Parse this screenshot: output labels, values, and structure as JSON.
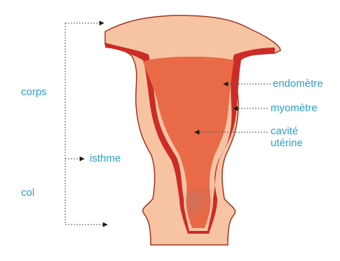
{
  "labels": {
    "corps": "corps",
    "col": "col",
    "isthme": "isthme",
    "endometre": "endomètre",
    "myometre": "myomètre",
    "cavite_line1": "cavité",
    "cavite_line2": "utérine"
  },
  "colors": {
    "label": "#2a9fd0",
    "myometrium_outer": "#f6c4a3",
    "myometrium_edge": "#a2331f",
    "endometrium": "#cc2b26",
    "cavity": "#e96a47",
    "guide": "#555555",
    "arrow": "#1b1b1b"
  }
}
